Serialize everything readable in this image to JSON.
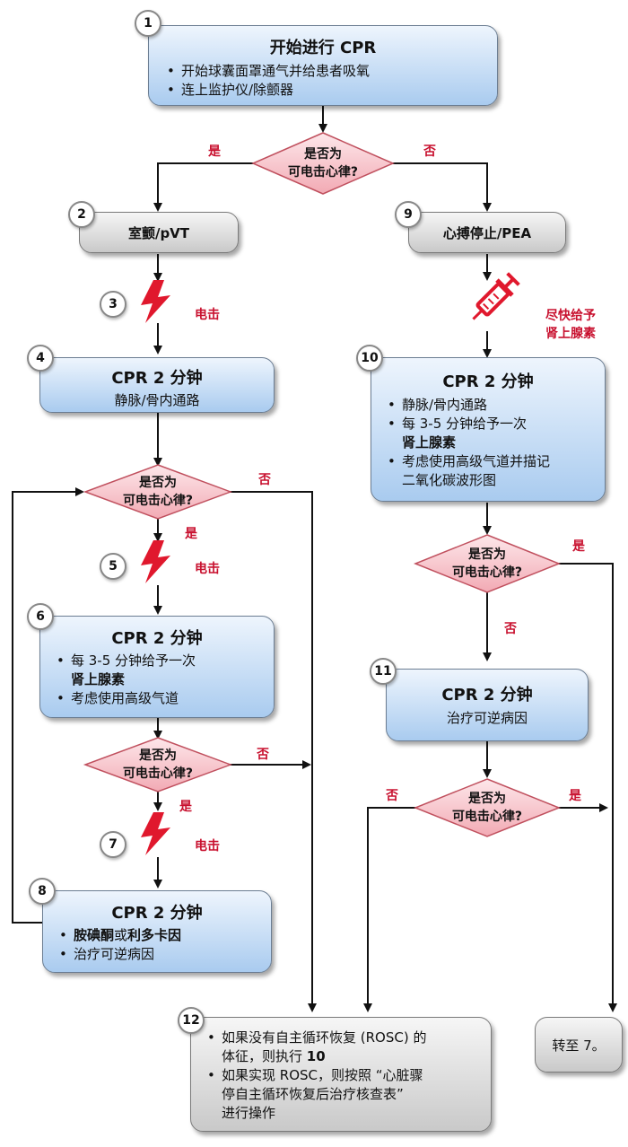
{
  "step1": {
    "num": "1",
    "title": "开始进行 CPR",
    "bullets": [
      "开始球囊面罩通气并给患者吸氧",
      "连上监护仪/除颤器"
    ]
  },
  "decision_text": "是否为可电击心律?",
  "decision_lines": [
    "是否为",
    "可电击心律?"
  ],
  "yes": "是",
  "no": "否",
  "step2": {
    "num": "2",
    "label": "室颤/pVT"
  },
  "step3": {
    "num": "3",
    "label": "电击"
  },
  "step4": {
    "num": "4",
    "title": "CPR 2 分钟",
    "sub": "静脉/骨内通路"
  },
  "step5": {
    "num": "5",
    "label": "电击"
  },
  "step6": {
    "num": "6",
    "title": "CPR 2 分钟",
    "b1": "每 3-5 分钟给予一次",
    "b1b": "肾上腺素",
    "b2": "考虑使用高级气道"
  },
  "step7": {
    "num": "7",
    "label": "电击"
  },
  "step8": {
    "num": "8",
    "title": "CPR 2 分钟",
    "b1a": "胺碘酮",
    "b1or": "或",
    "b1b": "利多卡因",
    "b2": "治疗可逆病因"
  },
  "step9": {
    "num": "9",
    "label": "心搏停止/PEA"
  },
  "epi_now": {
    "line1": "尽快给予",
    "line2": "肾上腺素"
  },
  "step10": {
    "num": "10",
    "title": "CPR 2 分钟",
    "b1": "静脉/骨内通路",
    "b2": "每 3-5 分钟给予一次",
    "b2b": "肾上腺素",
    "b3": "考虑使用高级气道并描记",
    "b3c": "二氧化碳波形图"
  },
  "step11": {
    "num": "11",
    "title": "CPR 2 分钟",
    "sub": "治疗可逆病因"
  },
  "step12": {
    "num": "12",
    "b1": "如果没有自主循环恢复 (ROSC) 的",
    "b1c_pre": "体征，则执行 ",
    "b1c_num": "10",
    "b2": "如果实现 ROSC，则按照 “心脏骤",
    "b2c": "停自主循环恢复后治疗核查表”",
    "b2d": "进行操作"
  },
  "goto": {
    "label": "转至 7。"
  },
  "colors": {
    "accent_red": "#c8102e",
    "box_blue": "#b8d4f0",
    "diamond_pink": "#f7c9cf",
    "arrow": "#111111"
  },
  "icons": [
    "lightning-bolt-icon",
    "syringe-icon"
  ]
}
